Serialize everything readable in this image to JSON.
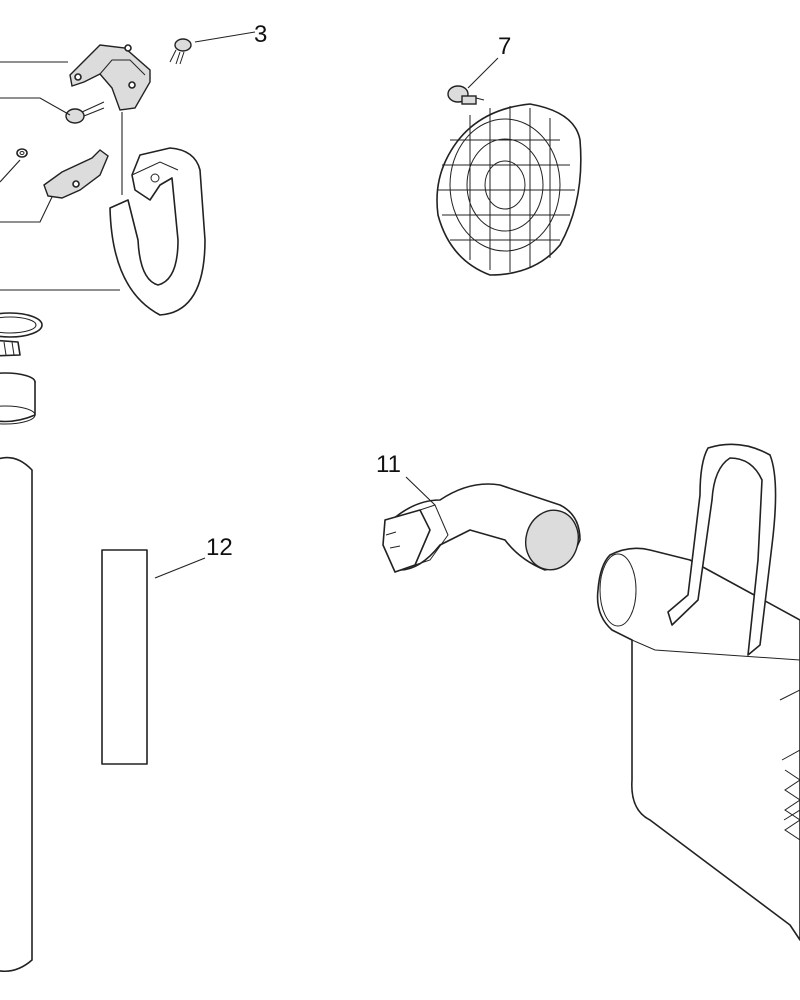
{
  "callouts": {
    "c3": "3",
    "c7": "7",
    "c11": "11",
    "c12": "12"
  },
  "colors": {
    "line": "#222222",
    "shade": "#dcdcdc",
    "background": "#ffffff"
  }
}
